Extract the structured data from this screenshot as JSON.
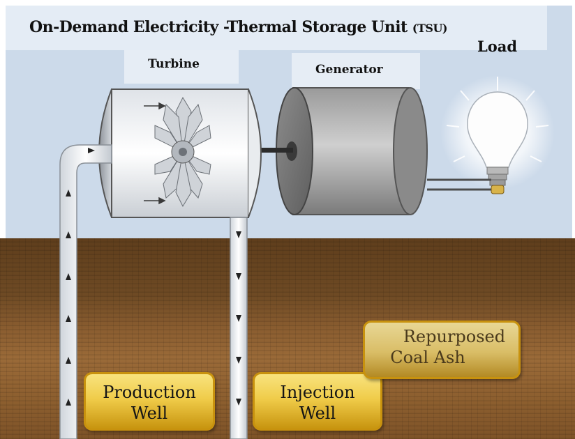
{
  "diagram": {
    "title_main": "On-Demand Electricity -Thermal Storage Unit",
    "title_abbrev": "(TSU)",
    "labels": {
      "turbine": "Turbine",
      "generator": "Generator",
      "load": "Load"
    },
    "wells": {
      "production": [
        "Production",
        "Well"
      ],
      "injection": [
        "Injection",
        "Well"
      ]
    },
    "storage_medium": [
      "Repurposed",
      "Coal Ash"
    ],
    "icons": [
      "turbine-icon",
      "generator-icon",
      "lightbulb-icon"
    ]
  }
}
